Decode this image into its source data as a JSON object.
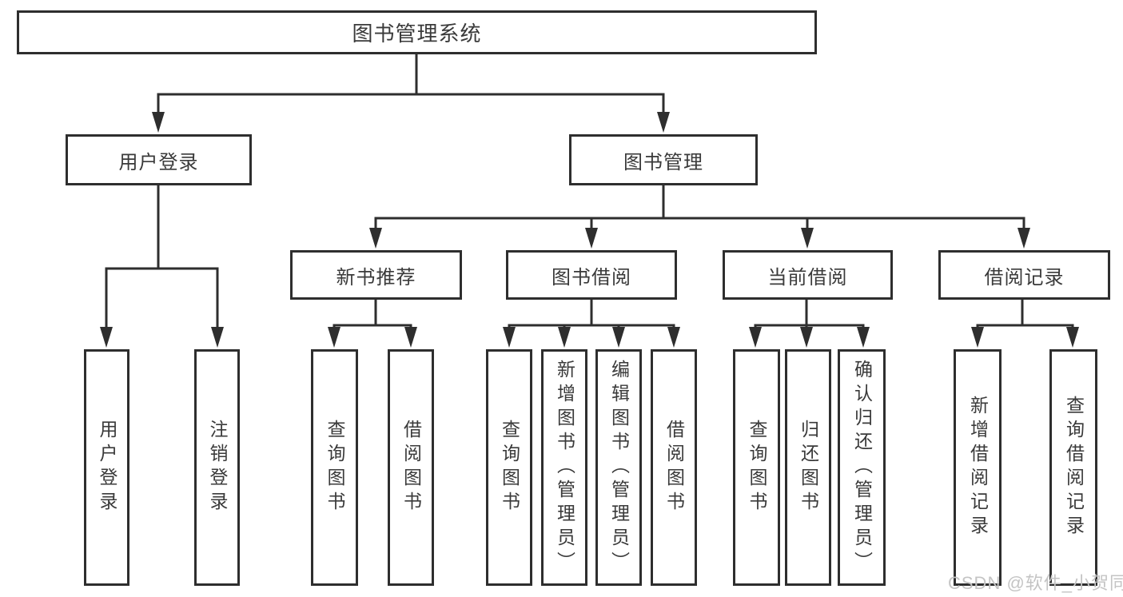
{
  "diagram": {
    "root": {
      "label": "图书管理系统"
    },
    "branches": [
      {
        "label": "用户登录",
        "children": [
          {
            "label": "用户登录"
          },
          {
            "label": "注销登录"
          }
        ]
      },
      {
        "label": "图书管理",
        "children": [
          {
            "label": "新书推荐",
            "children": [
              {
                "label": "查询图书"
              },
              {
                "label": "借阅图书"
              }
            ]
          },
          {
            "label": "图书借阅",
            "children": [
              {
                "label": "查询图书"
              },
              {
                "label": "新增图书（管理员）"
              },
              {
                "label": "编辑图书（管理员）"
              },
              {
                "label": "借阅图书"
              }
            ]
          },
          {
            "label": "当前借阅",
            "children": [
              {
                "label": "查询图书"
              },
              {
                "label": "归还图书"
              },
              {
                "label": "确认归还（管理员）"
              }
            ]
          },
          {
            "label": "借阅记录",
            "children": [
              {
                "label": "新增借阅记录"
              },
              {
                "label": "查询借阅记录"
              }
            ]
          }
        ]
      }
    ]
  },
  "watermark": {
    "text": "CSDN @软件_小贺同学"
  },
  "colors": {
    "line": "#2e2e2e",
    "box_border": "#2e2e2e",
    "text": "#3a3a3a",
    "watermark": "#c4c4c4",
    "background": "#ffffff"
  }
}
